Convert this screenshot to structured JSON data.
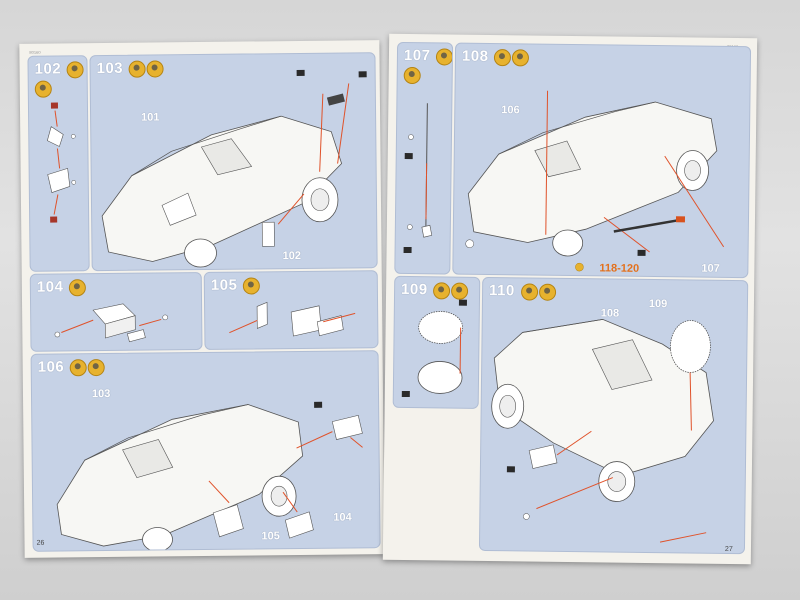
{
  "left_page": {
    "page_number": "26",
    "code": "80160",
    "steps": [
      {
        "id": "102",
        "badges": [
          "glue-icon"
        ]
      },
      {
        "id": "103",
        "badges": [
          "glue-icon",
          "glue-icon"
        ]
      },
      {
        "id": "104",
        "badges": [
          "glue-icon"
        ]
      },
      {
        "id": "105",
        "badges": [
          "glue-icon"
        ]
      },
      {
        "id": "106",
        "badges": [
          "glue-icon",
          "glue-icon"
        ]
      }
    ],
    "part_labels": {
      "p101": "101",
      "p102": "102",
      "p103": "103",
      "p104": "104",
      "p105": "105"
    }
  },
  "right_page": {
    "page_number": "27",
    "code": "80160",
    "steps": [
      {
        "id": "107",
        "badges": [
          "glue-icon",
          "glue-icon"
        ]
      },
      {
        "id": "108",
        "badges": [
          "glue-icon",
          "glue-icon"
        ]
      },
      {
        "id": "109",
        "badges": [
          "glue-icon",
          "glue-icon"
        ]
      },
      {
        "id": "110",
        "badges": [
          "glue-icon",
          "glue-icon"
        ]
      }
    ],
    "part_labels": {
      "p106": "106",
      "p107": "107",
      "p108": "108",
      "p109": "109"
    },
    "reference": "118-120"
  },
  "colors": {
    "panel": "#c6d2e6",
    "step_text": "#ffffff",
    "badge": "#e7b22e",
    "arrow": "#e0522a",
    "paper": "#f4f2ec"
  }
}
